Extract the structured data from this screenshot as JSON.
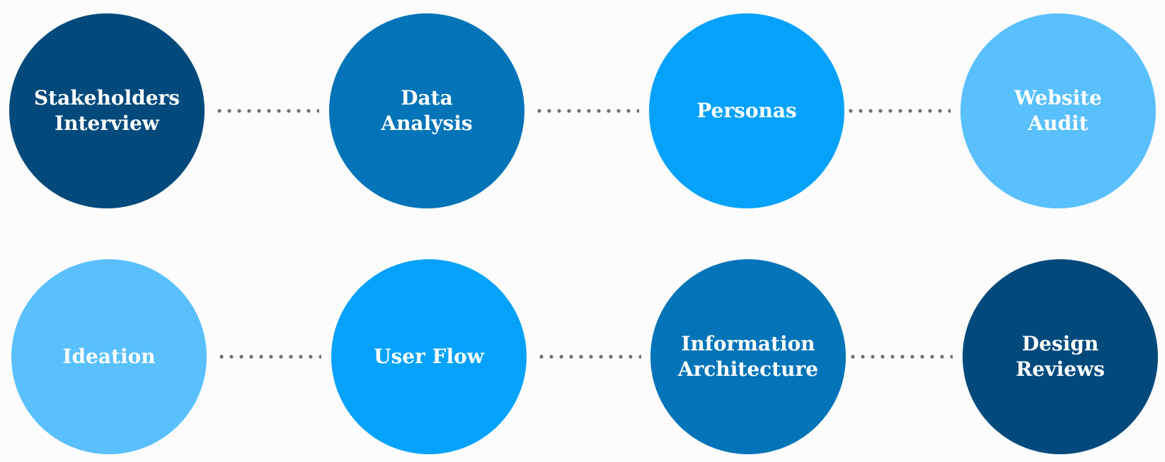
{
  "colors": {
    "navy": "#024a7c",
    "medium_blue": "#0374b8",
    "bright_blue": "#05a2fc",
    "light_blue": "#59c0fd",
    "connector_dots": "#707070",
    "label_text": "#ffffff"
  },
  "rows": [
    {
      "steps": [
        {
          "label": "Stakeholders\nInterview",
          "color": "#024a7c"
        },
        {
          "label": "Data\nAnalysis",
          "color": "#0374b8"
        },
        {
          "label": "Personas",
          "color": "#05a2fc"
        },
        {
          "label": "Website\nAudit",
          "color": "#59c0fd"
        }
      ]
    },
    {
      "steps": [
        {
          "label": "Ideation",
          "color": "#59c0fd"
        },
        {
          "label": "User Flow",
          "color": "#05a2fc"
        },
        {
          "label": "Information\nArchitecture",
          "color": "#0374b8"
        },
        {
          "label": "Design\nReviews",
          "color": "#024a7c"
        }
      ]
    }
  ]
}
